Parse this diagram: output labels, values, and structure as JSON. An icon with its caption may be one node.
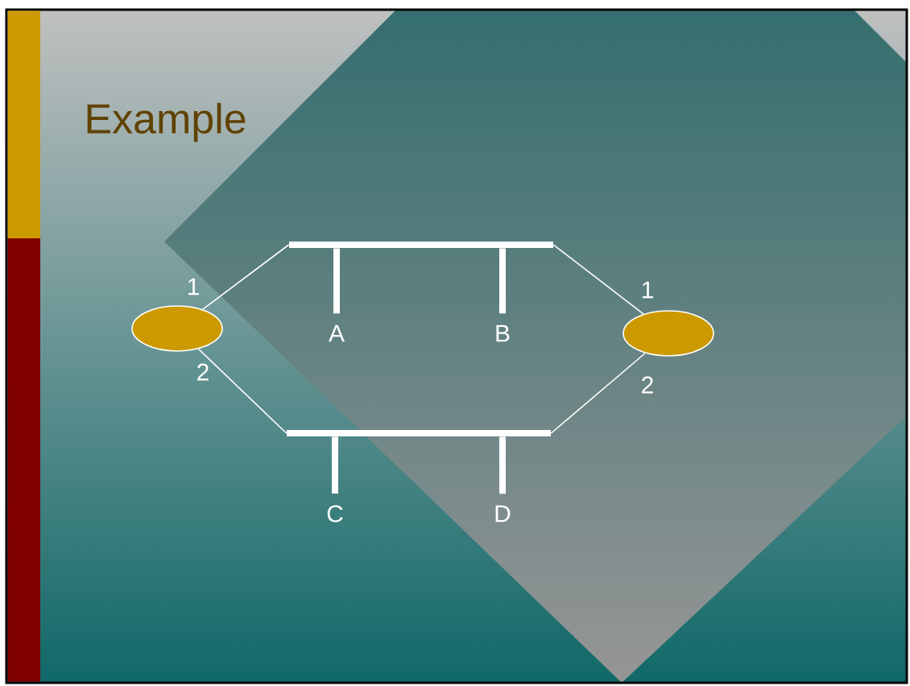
{
  "diagram": {
    "title": "Example",
    "nodes": [
      {
        "text": [],
        "shape": "bar"
      },
      {
        "text": [],
        "shape": "ellipse",
        "beside": [
          "1",
          "2"
        ]
      },
      {
        "text": [
          "A"
        ]
      },
      {
        "text": [
          "B"
        ]
      },
      {
        "text": [],
        "shape": "ellipse",
        "beside": [
          "1",
          "2"
        ]
      },
      {
        "text": [],
        "shape": "bar"
      },
      {
        "text": [
          "C"
        ]
      },
      {
        "text": [
          "D"
        ]
      }
    ],
    "edges": [
      {
        "from": 1,
        "to": 0,
        "arrow": "none"
      },
      {
        "from": 1,
        "to": 5,
        "arrow": "none"
      },
      {
        "from": 0,
        "to": 4,
        "arrow": "none"
      },
      {
        "from": 5,
        "to": 4,
        "arrow": "none"
      },
      {
        "from": 0,
        "to": 2,
        "arrow": "none",
        "style": "thick"
      },
      {
        "from": 0,
        "to": 3,
        "arrow": "none",
        "style": "thick"
      },
      {
        "from": 5,
        "to": 6,
        "arrow": "none",
        "style": "thick"
      },
      {
        "from": 5,
        "to": 7,
        "arrow": "none",
        "style": "thick"
      }
    ]
  }
}
